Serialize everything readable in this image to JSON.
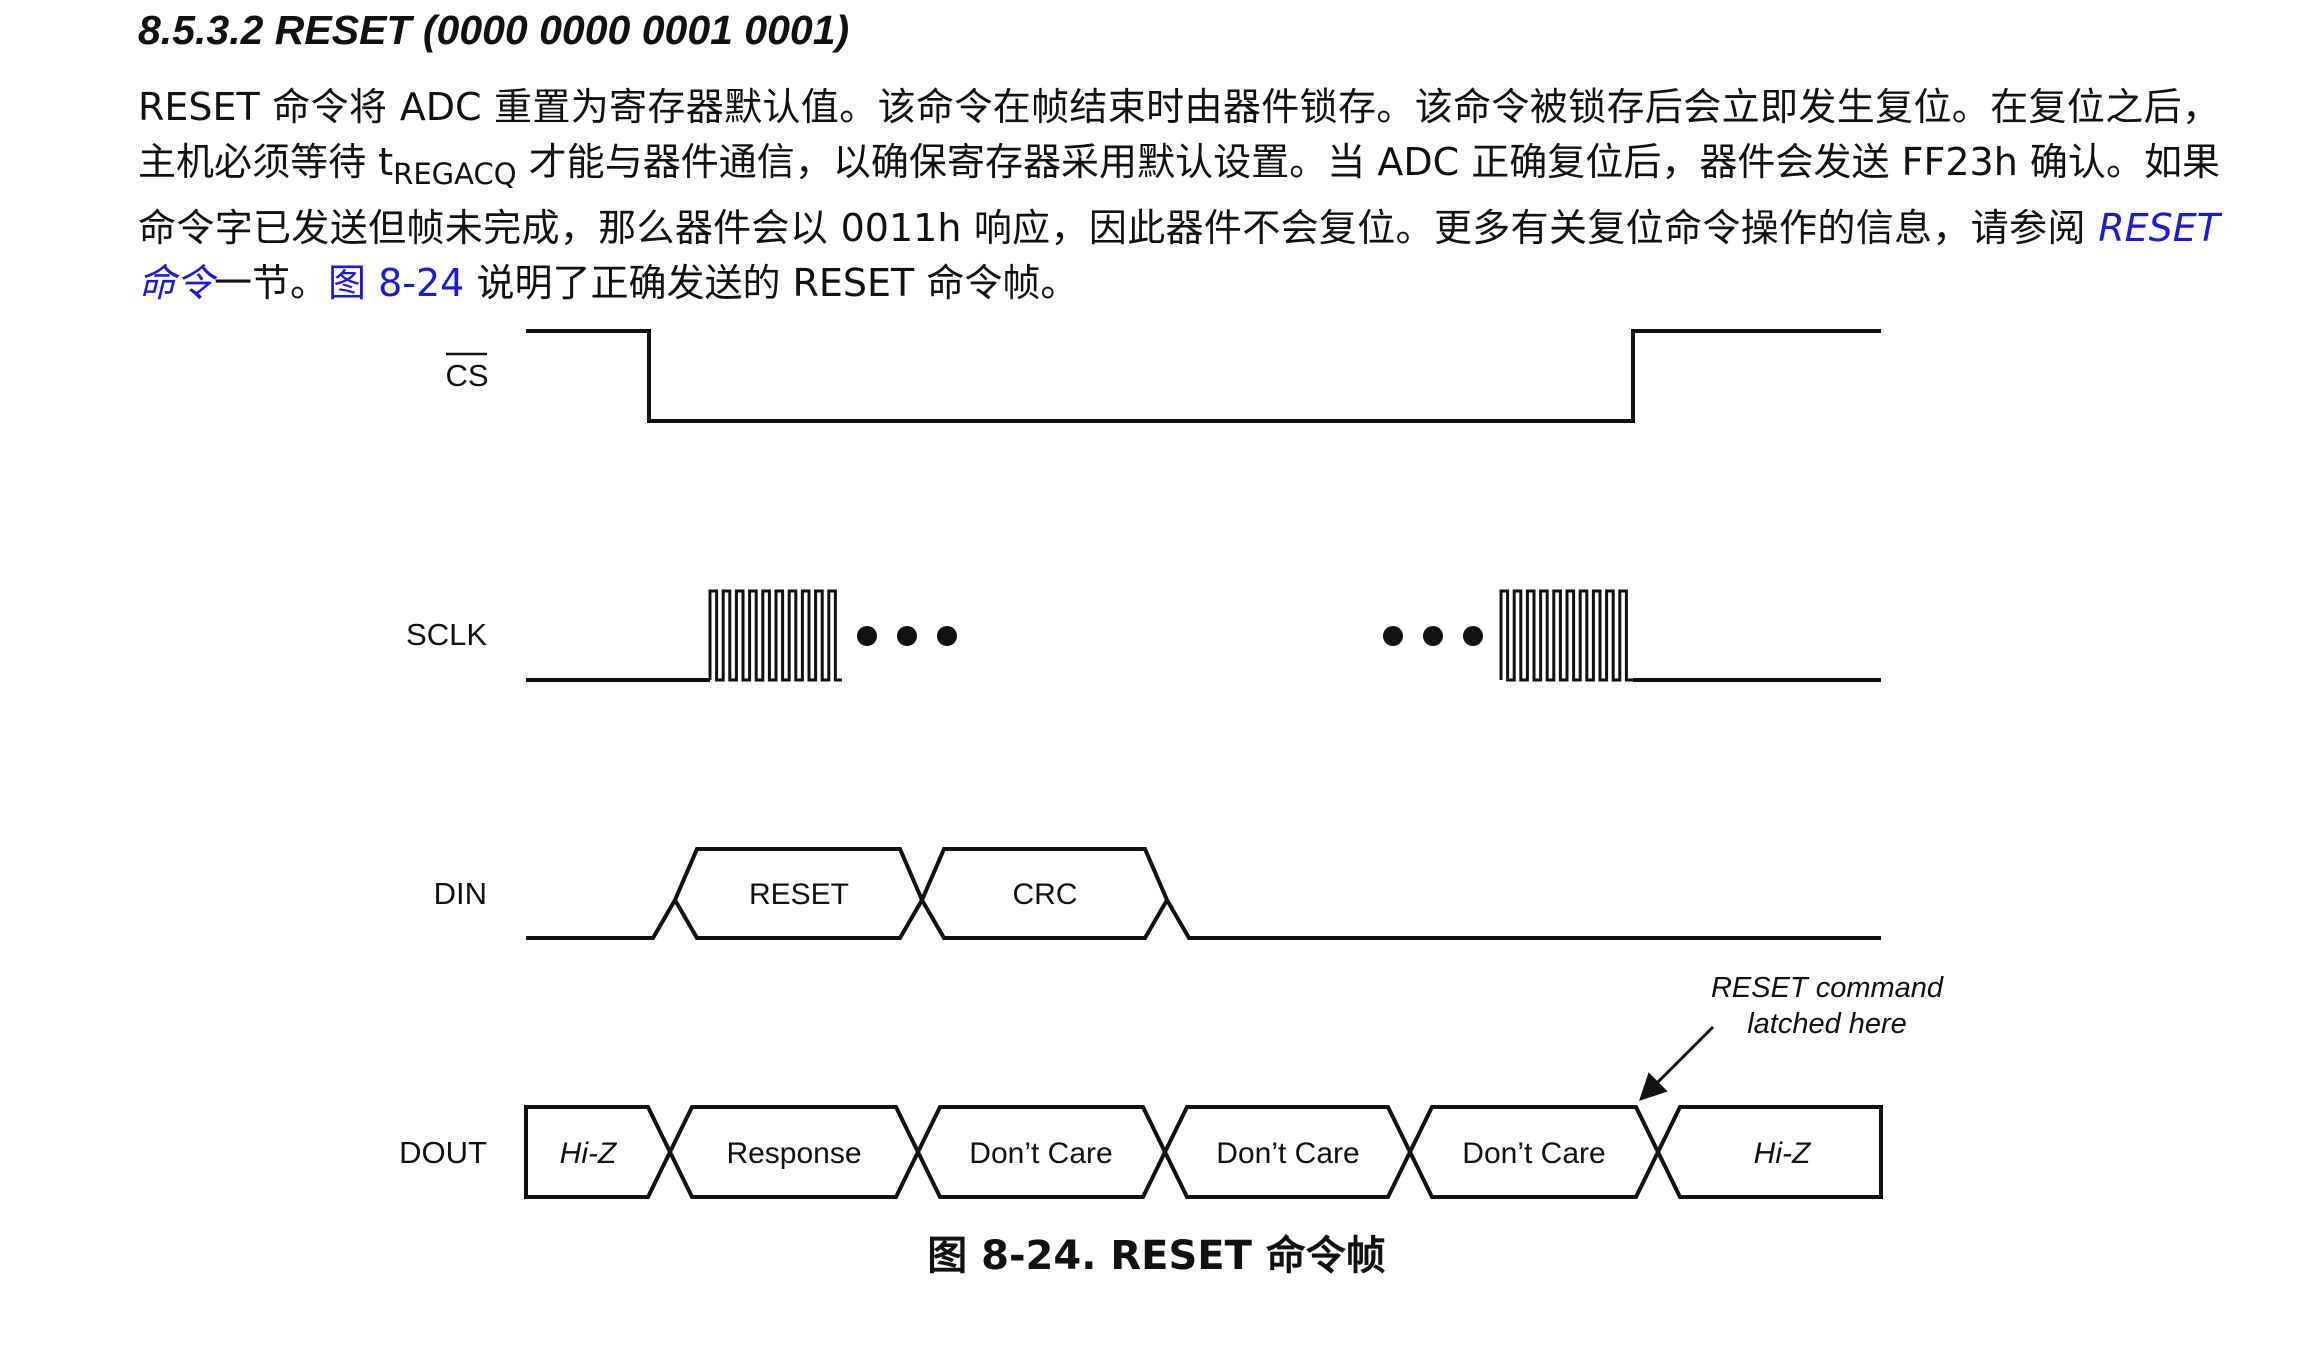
{
  "section": {
    "heading": "8.5.3.2 RESET (0000 0000 0001 0001)"
  },
  "paragraph": {
    "part1": "RESET 命令将 ADC 重置为寄存器默认值。该命令在帧结束时由器件锁存。该命令被锁存后会立即发生复位。在复位之后，主机必须等待 t",
    "subscript": "REGACQ",
    "part2": " 才能与器件通信，以确保寄存器采用默认设置。当 ADC 正确复位后，器件会发送 FF23h 确认。如果命令字已发送但帧未完成，那么器件会以 0011h 响应，因此器件不会复位。更多有关复位命令操作的信息，请参阅 ",
    "link_text": "RESET 命令",
    "part3": "一节。",
    "figure_ref": "图 8-24",
    "part4": " 说明了正确发送的 RESET 命令帧。"
  },
  "timing_diagram": {
    "signals": {
      "cs": "CS",
      "sclk": "SCLK",
      "din": "DIN",
      "dout": "DOUT"
    },
    "din_cells": [
      "RESET",
      "CRC"
    ],
    "dout_cells": [
      "Hi-Z",
      "Response",
      "Don’t Care",
      "Don’t Care",
      "Don’t Care",
      "Hi-Z"
    ],
    "annotation_line1": "RESET command",
    "annotation_line2": "latched here",
    "colors": {
      "line": "#111111",
      "link": "#1919e6"
    }
  },
  "caption": "图 8-24. RESET 命令帧"
}
